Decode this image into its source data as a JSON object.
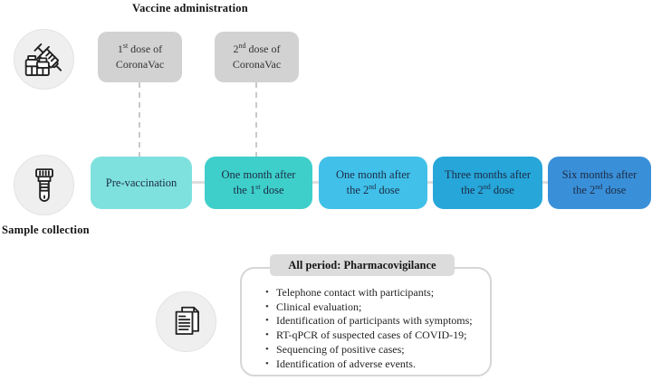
{
  "colors": {
    "circle_bg": "#efefef",
    "gray_box": "#d2d2d2",
    "dashed_line": "#c9c9c9",
    "connector": "#dedede",
    "tab_bg": "#dcdcdc",
    "panel_border": "#d6d6d6",
    "timeline_text": "#1c2b45"
  },
  "vaccine_section": {
    "title": "Vaccine administration",
    "icon": "syringe-and-vials-icon",
    "doses": [
      {
        "num": "1",
        "sup": "st",
        "rest": " dose of",
        "line2": "CoronaVac"
      },
      {
        "num": "2",
        "sup": "nd",
        "rest": " dose of",
        "line2": "CoronaVac"
      }
    ]
  },
  "sample_section": {
    "label": "Sample collection",
    "icon": "blood-collection-tube-icon",
    "timeline": [
      {
        "line1": "Pre-vaccination",
        "color": "#7ee1de"
      },
      {
        "line1": "One month after",
        "line2_pre": "the 1",
        "sup": "st",
        "line2_post": " dose",
        "color": "#3ecfca"
      },
      {
        "line1": "One month after",
        "line2_pre": "the 2",
        "sup": "nd",
        "line2_post": " dose",
        "color": "#41c0e9"
      },
      {
        "line1": "Three months after",
        "line2_pre": "the 2",
        "sup": "nd",
        "line2_post": " dose",
        "color": "#27a6d9"
      },
      {
        "line1": "Six months after",
        "line2_pre": "the 2",
        "sup": "nd",
        "line2_post": " dose",
        "color": "#3a90d8"
      }
    ]
  },
  "pharmacovigilance": {
    "icon": "document-report-icon",
    "header": "All period: Pharmacovigilance",
    "items": [
      "Telephone contact with participants;",
      "Clinical evaluation;",
      "Identification of participants with symptoms;",
      "RT-qPCR of suspected cases of COVID-19;",
      "Sequencing of positive cases;",
      "Identification of adverse events."
    ]
  }
}
